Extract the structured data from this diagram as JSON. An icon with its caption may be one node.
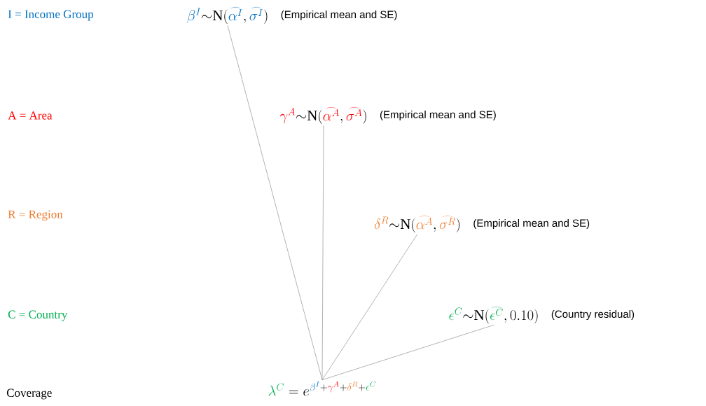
{
  "diagram": {
    "nodes": [
      {
        "text": [
          "\\textcolor[HTML]{0070C0}{\\beta^{I}}{\\sim}\\mathrm{N}(\\textcolor[HTML]{0070C0}{\\widehat{\\alpha^{I}}},\\textcolor[HTML]{0070C0}{\\widehat{\\sigma^{I}}})"
        ],
        "beside": [
          "(Empirical mean and SE)"
        ]
      },
      {
        "text": [
          "\\textcolor[HTML]{FF0000}{\\gamma^{A}}{\\sim}\\mathrm{N}(\\textcolor[HTML]{FF0000}{\\widehat{\\alpha^{A}}},\\textcolor[HTML]{FF0000}{\\widehat{\\sigma^{A}}})"
        ],
        "beside": [
          "(Empirical mean and SE)"
        ]
      },
      {
        "text": [
          "\\textcolor[HTML]{ED7D31}{\\delta^{R}}{\\sim}\\mathrm{N}(\\textcolor[HTML]{ED7D31}{\\widehat{\\alpha^{A}}},\\textcolor[HTML]{ED7D31}{\\widehat{\\sigma^{R}}})"
        ],
        "beside": [
          "(Empirical mean and SE)"
        ]
      },
      {
        "text": [
          "\\textcolor[HTML]{00B050}{\\epsilon^{C}}{\\sim}\\mathrm{N}(\\textcolor[HTML]{00B050}{\\widehat{\\epsilon^{C}}},0.10)"
        ],
        "beside": [
          "(Country residual)"
        ]
      },
      {
        "text": [
          "\\textcolor[HTML]{00B050}{\\lambda^{C}}=e^{\\textcolor[HTML]{0070C0}{\\beta^{I}}+\\textcolor[HTML]{FF0000}{\\gamma^{A}}+\\textcolor[HTML]{ED7D31}{\\delta^{R}}+\\textcolor[HTML]{00B050}{\\epsilon^{C}}}"
        ]
      }
    ],
    "edges": [
      {
        "from": 0,
        "to": 4,
        "arrow": "none"
      },
      {
        "from": 1,
        "to": 4,
        "arrow": "none"
      },
      {
        "from": 2,
        "to": 4,
        "arrow": "none"
      },
      {
        "from": 3,
        "to": 4,
        "arrow": "none"
      }
    ],
    "labels": [
      "I = Income Group",
      "A = Area",
      "R = Region",
      "C = Country",
      "Coverage"
    ]
  }
}
